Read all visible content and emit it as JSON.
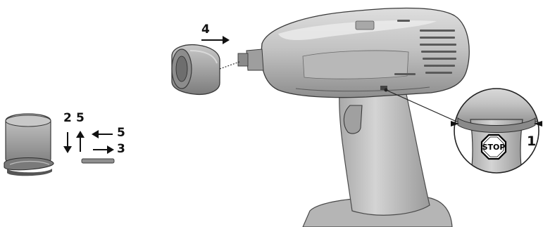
{
  "steps": {
    "step_4": "4",
    "step_2": "2",
    "step_5_vertical": "5",
    "step_5_horizontal": "5",
    "step_3": "3",
    "step_1": "1"
  },
  "inset": {
    "stop_label": "STOP"
  },
  "colors": {
    "tool_body": "#c4c4c4",
    "tool_shadow": "#8f8f8f",
    "tool_highlight": "#e2e2e2",
    "outline": "#3a3a3a",
    "socket": "#9a9a9a",
    "vents": "#5a5a5a",
    "arrows": "#111111"
  }
}
